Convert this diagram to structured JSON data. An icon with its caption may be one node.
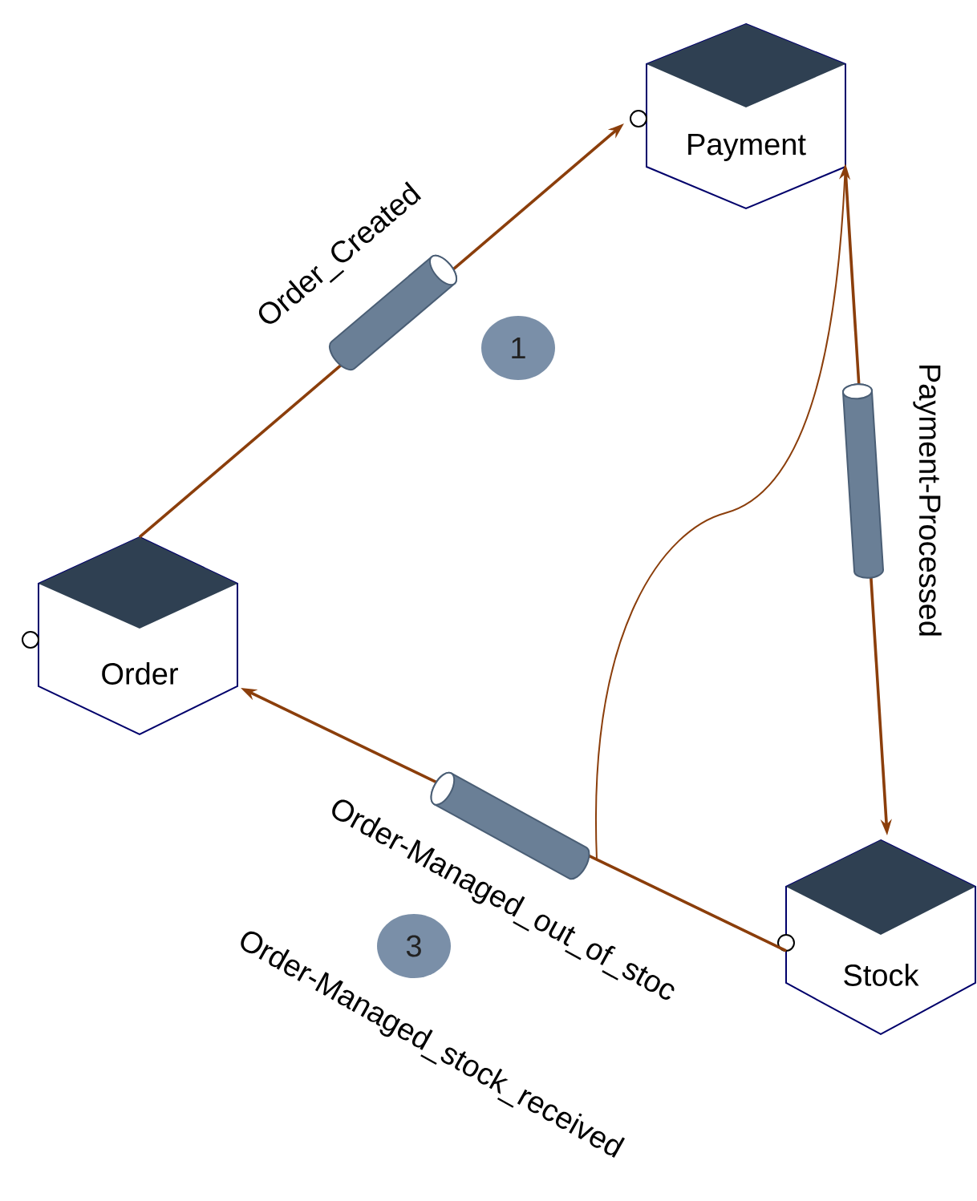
{
  "diagram": {
    "nodes": [
      {
        "text": [
          "Payment"
        ]
      },
      {
        "text": [
          "Order"
        ]
      },
      {
        "text": [
          "Stock"
        ]
      }
    ],
    "edges": [
      {
        "from": 1,
        "to": 0,
        "arrow": "to",
        "label": "Order_Created"
      },
      {
        "from": 0,
        "to": 2,
        "arrow": "to",
        "label": "Payment-Processed"
      },
      {
        "from": 2,
        "to": 1,
        "arrow": "to",
        "label": "Order-Managed_out_of_stoc"
      },
      {
        "from": 2,
        "to": 0,
        "arrow": "to"
      }
    ],
    "labels": [
      "1",
      "3",
      "Order-Managed_stock_received"
    ]
  }
}
